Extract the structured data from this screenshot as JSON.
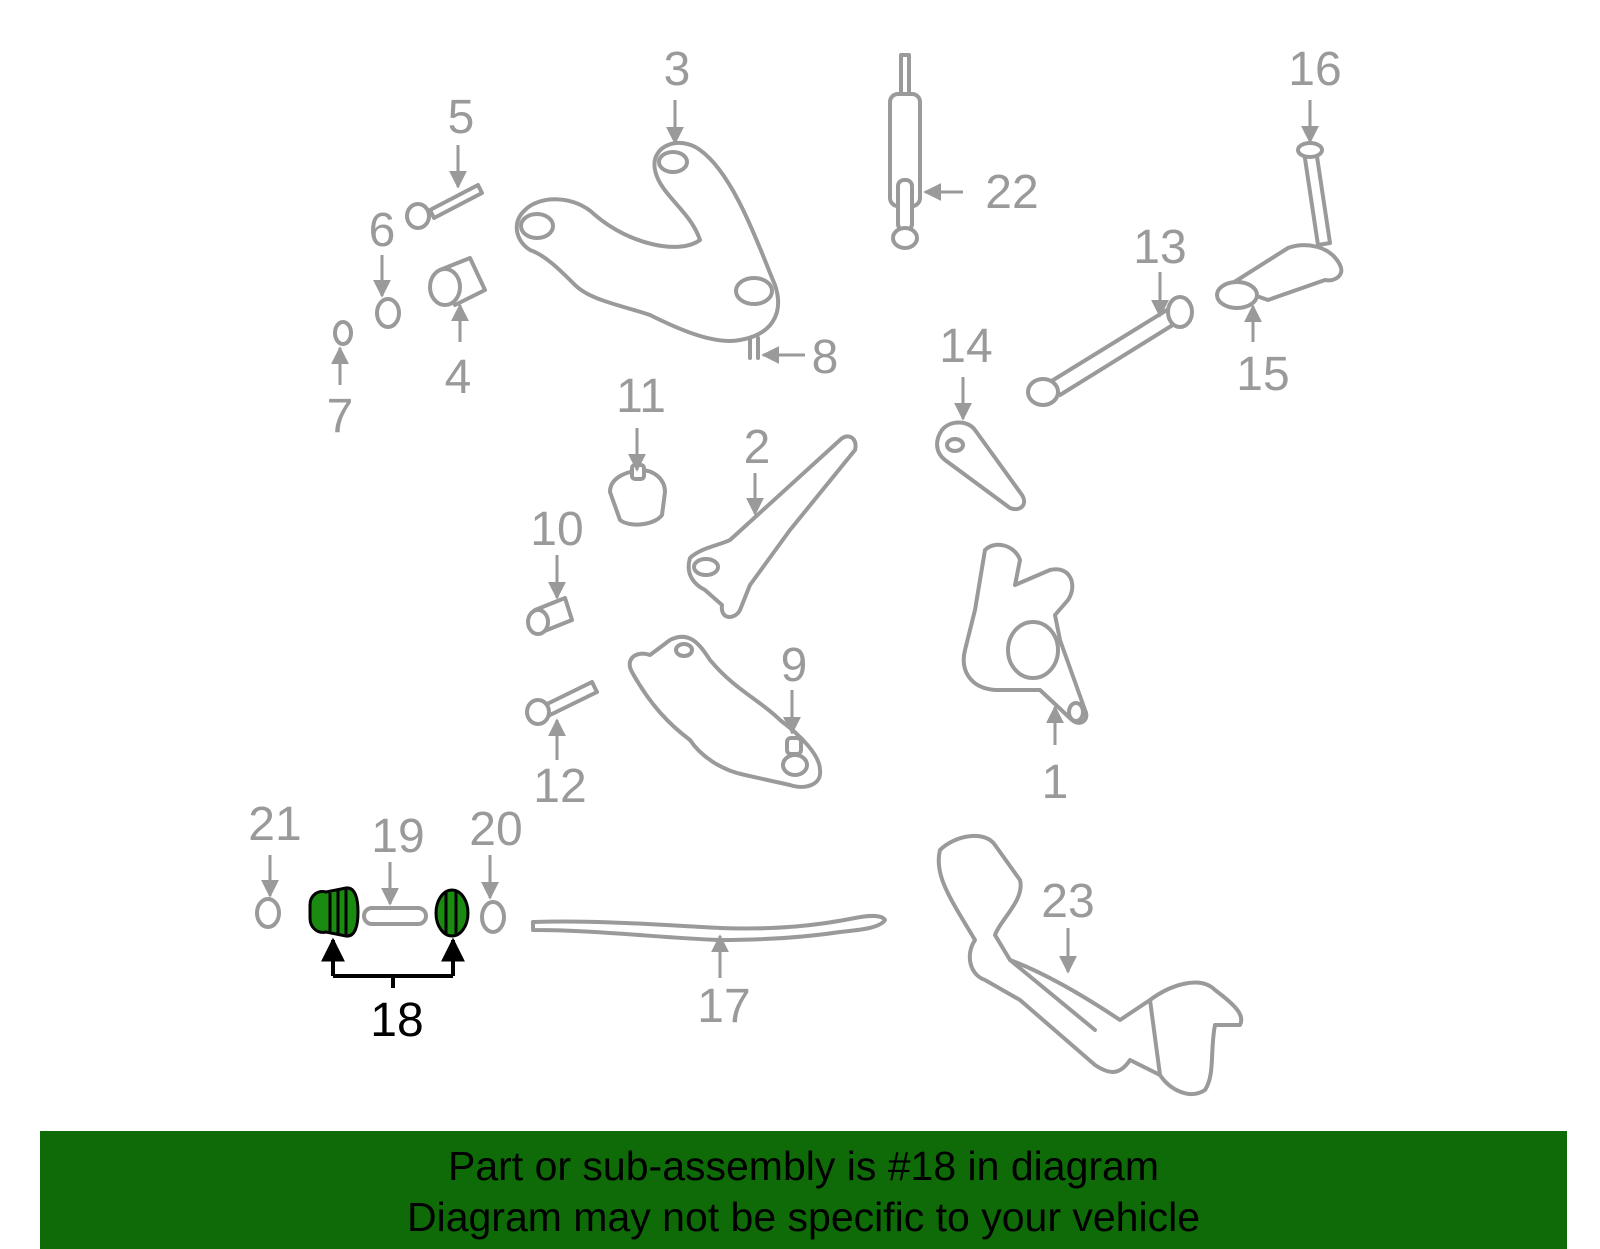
{
  "diagram": {
    "callouts": [
      "1",
      "2",
      "3",
      "4",
      "5",
      "6",
      "7",
      "8",
      "9",
      "10",
      "11",
      "12",
      "13",
      "14",
      "15",
      "16",
      "17",
      "18",
      "19",
      "20",
      "21",
      "22",
      "23"
    ],
    "highlighted_part": "18"
  },
  "footer": {
    "line1": "Part or sub-assembly is #18 in diagram",
    "line2": "Diagram may not be specific to your vehicle"
  },
  "colors": {
    "line_art": "#9a9a9a",
    "highlight_fill": "#1a8a10",
    "banner": "#0e6b07",
    "text": "#000000"
  }
}
